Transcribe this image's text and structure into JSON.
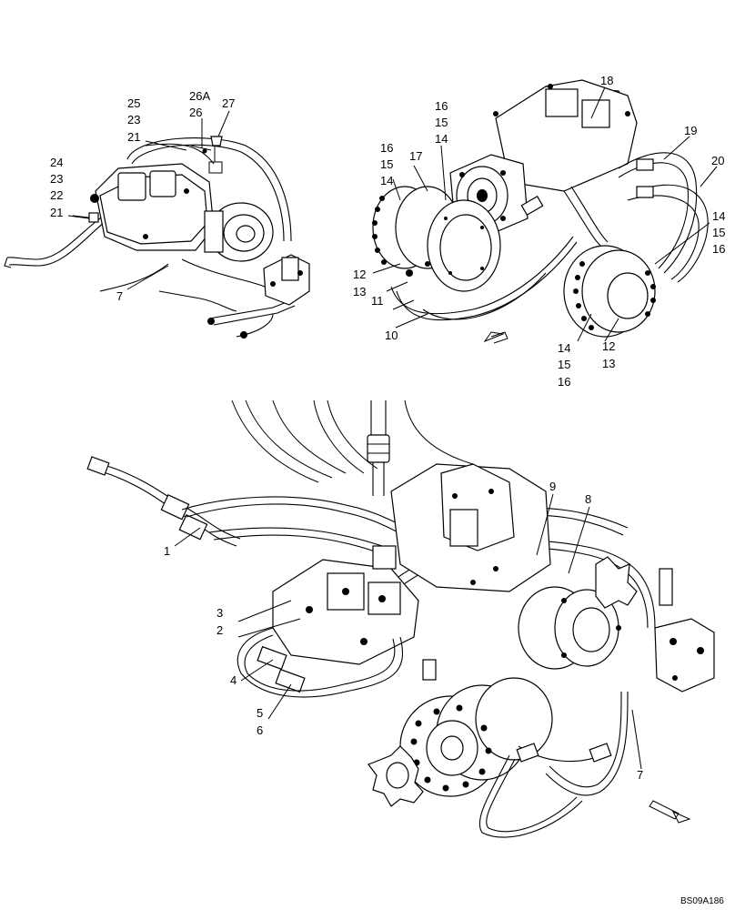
{
  "labels": {
    "top_left": {
      "l25": "25",
      "l23a": "23",
      "l21a": "21",
      "l26a_cap": "26A",
      "l26": "26",
      "l27": "27",
      "l24": "24",
      "l23b": "23",
      "l22": "22",
      "l21b": "21",
      "l7": "7"
    },
    "top_right": {
      "l18": "18",
      "l19": "19",
      "l20": "20",
      "l16a": "16",
      "l15a": "15",
      "l14a": "14",
      "l16b": "16",
      "l15b": "15",
      "l14b": "14",
      "l17": "17",
      "l14c": "14",
      "l15c": "15",
      "l16c": "16",
      "l12a": "12",
      "l13a": "13",
      "l11": "11",
      "l10": "10",
      "l14d": "14",
      "l15d": "15",
      "l16d": "16",
      "l12b": "12",
      "l13b": "13"
    },
    "bottom": {
      "l1": "1",
      "l3": "3",
      "l2": "2",
      "l4": "4",
      "l5": "5",
      "l6": "6",
      "l9": "9",
      "l8": "8",
      "l7": "7"
    }
  },
  "reference_code": "BS09A186",
  "colors": {
    "line": "#000000",
    "background": "#ffffff"
  }
}
